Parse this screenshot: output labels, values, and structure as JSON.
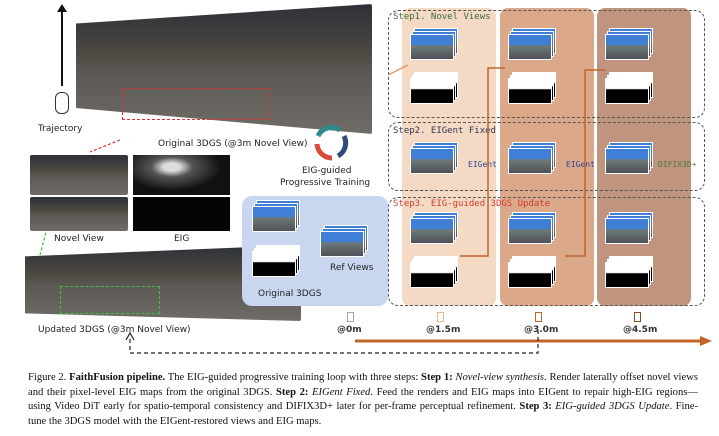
{
  "figure": {
    "trajectory_label": "Trajectory",
    "original_label": "Original 3DGS (@3m Novel View)",
    "novel_view_label": "Novel View",
    "eig_label": "EIG",
    "updated_label": "Updated 3DGS (@3m Novel View)",
    "loop_label_1": "EIG-guided",
    "loop_label_2": "Progressive Training",
    "ref_views_label": "Ref Views",
    "original_3dgs_label": "Original 3DGS",
    "steps": [
      "Step1. Novel Views",
      "Step2. EIGent Fixed",
      "Step3. EIG-guided 3DGS Update"
    ],
    "refiners": [
      "EIGent",
      "EIGent",
      "DIFIX3D+"
    ],
    "timeline": [
      "@0m",
      "@1.5m",
      "@3.0m",
      "@4.5m"
    ],
    "colors": {
      "col1": "#f4d9c4",
      "col2": "#dba88a",
      "col3": "#bf9580",
      "accent": "#c0662c",
      "step1": "#3d6b3a",
      "step2": "#333a55",
      "step3": "#d23c2c",
      "panel": "#c9d6ef"
    }
  },
  "caption": {
    "fig": "Figure 2.",
    "title": "FaithFusion pipeline.",
    "t1": " The EIG-guided progressive training loop with three steps: ",
    "s1": "Step 1:",
    "s1i": " Novel-view synthesis",
    "t2": ". Render laterally offset novel views and their pixel-level EIG maps from the original 3DGS. ",
    "s2": "Step 2:",
    "s2i": " EIGent Fixed",
    "t3": ". Feed the renders and EIG maps into EIGent to repair high-EIG regions—using Video DiT early for spatio-temporal consistency and DIFIX3D+ later for per-frame perceptual refinement. ",
    "s3": "Step 3:",
    "s3i": " EIG-guided 3DGS Update",
    "t4": ". Fine-tune the 3DGS model with the EIGent-restored views and EIG maps."
  }
}
